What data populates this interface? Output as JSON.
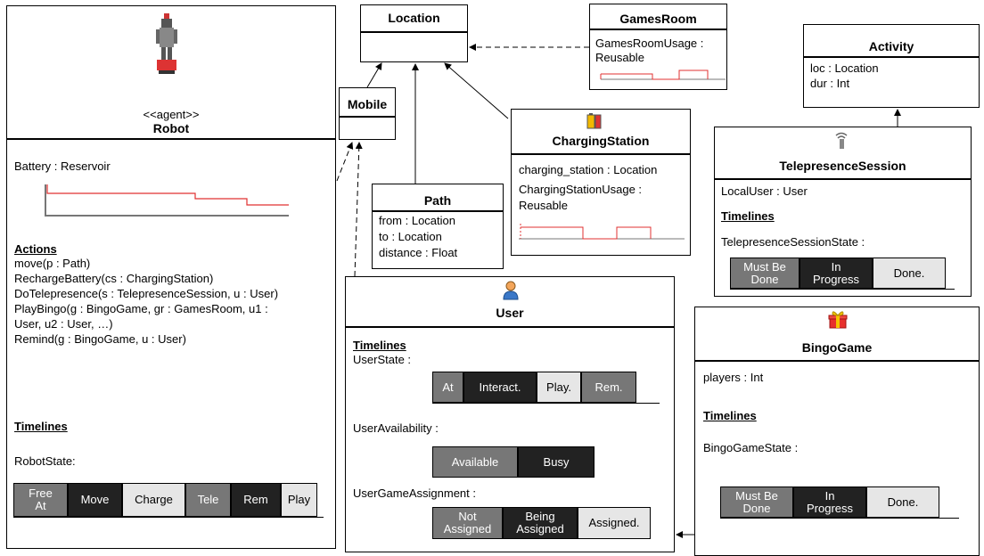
{
  "robot": {
    "stereotype": "<<agent>>",
    "name": "Robot",
    "attribute": "Battery : Reservoir",
    "actions_heading": "Actions",
    "actions": [
      "move(p : Path)",
      "RechargeBattery(cs : ChargingStation)",
      "DoTelepresence(s : TelepresenceSession, u : User)",
      "PlayBingo(g : BingoGame, gr : GamesRoom, u1 :",
      "User,  u2 : User, …)",
      "Remind(g : BingoGame, u : User)"
    ],
    "timelines_heading": "Timelines",
    "timeline_label": "RobotState:",
    "states": [
      {
        "label": "Free\nAt",
        "style": "g"
      },
      {
        "label": "Move",
        "style": "d"
      },
      {
        "label": "Charge",
        "style": "l"
      },
      {
        "label": "Tele",
        "style": "g"
      },
      {
        "label": "Rem",
        "style": "d"
      },
      {
        "label": "Play",
        "style": "l"
      }
    ]
  },
  "location": {
    "name": "Location"
  },
  "mobile": {
    "name": "Mobile"
  },
  "games_room": {
    "name": "GamesRoom",
    "attr1": "GamesRoomUsage :",
    "attr2": "Reusable"
  },
  "charging_station": {
    "name": "ChargingStation",
    "attr1": "charging_station : Location",
    "attr2": "ChargingStationUsage :",
    "attr3": "Reusable"
  },
  "path": {
    "name": "Path",
    "attrs": [
      "from : Location",
      "to : Location",
      "distance : Float"
    ]
  },
  "activity": {
    "name": "Activity",
    "attrs": [
      "loc : Location",
      "dur : Int"
    ]
  },
  "telepresence": {
    "name": "TelepresenceSession",
    "attr": "LocalUser : User",
    "timelines_heading": "Timelines",
    "timeline_label": "TelepresenceSessionState :",
    "states": [
      {
        "label": "Must Be\nDone",
        "style": "g"
      },
      {
        "label": "In\nProgress",
        "style": "d"
      },
      {
        "label": "Done.",
        "style": "l"
      }
    ]
  },
  "user": {
    "name": "User",
    "timelines_heading": "Timelines",
    "state_label": "UserState :",
    "states": [
      {
        "label": "At",
        "style": "g"
      },
      {
        "label": "Interact.",
        "style": "d"
      },
      {
        "label": "Play.",
        "style": "l"
      },
      {
        "label": "Rem.",
        "style": "g"
      }
    ],
    "availability_label": "UserAvailability :",
    "availability": [
      {
        "label": "Available",
        "style": "g"
      },
      {
        "label": "Busy",
        "style": "d"
      }
    ],
    "assignment_label": "UserGameAssignment :",
    "assignment": [
      {
        "label": "Not\nAssigned",
        "style": "g"
      },
      {
        "label": "Being\nAssigned",
        "style": "d"
      },
      {
        "label": "Assigned.",
        "style": "l"
      }
    ]
  },
  "bingo": {
    "name": "BingoGame",
    "attr": "players : Int",
    "timelines_heading": "Timelines",
    "timeline_label": "BingoGameState :",
    "states": [
      {
        "label": "Must Be\nDone",
        "style": "g"
      },
      {
        "label": "In\nProgress",
        "style": "d"
      },
      {
        "label": "Done.",
        "style": "l"
      }
    ]
  },
  "colors": {
    "reservoir": "#e03030",
    "axis": "#777777"
  }
}
